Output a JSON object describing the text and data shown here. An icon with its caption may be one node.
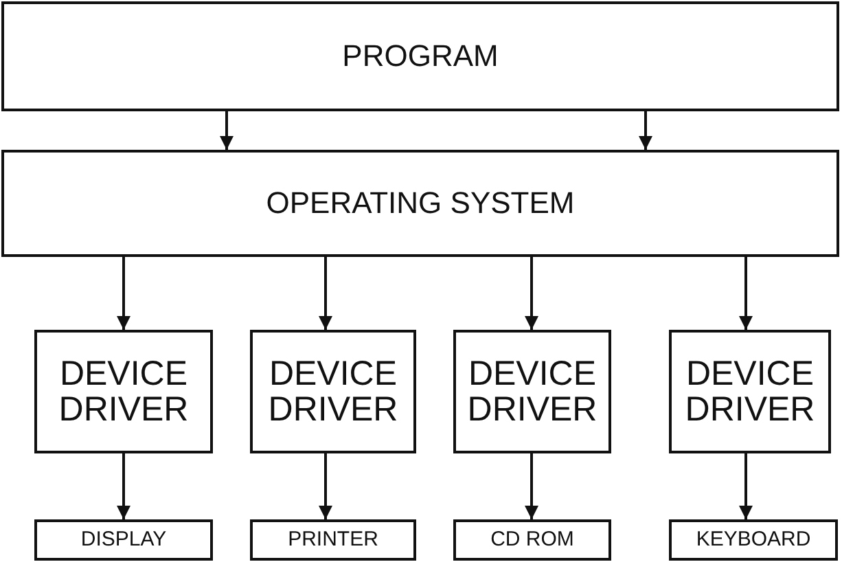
{
  "diagram": {
    "nodes": [
      {
        "text": [
          "PROGRAM"
        ]
      },
      {
        "text": [
          "OPERATING SYSTEM"
        ]
      },
      {
        "text": [
          "DEVICE DRIVER"
        ]
      },
      {
        "text": [
          "DEVICE DRIVER"
        ]
      },
      {
        "text": [
          "DEVICE DRIVER"
        ]
      },
      {
        "text": [
          "DEVICE DRIVER"
        ]
      },
      {
        "text": [
          "DISPLAY"
        ]
      },
      {
        "text": [
          "PRINTER"
        ]
      },
      {
        "text": [
          "CD ROM"
        ]
      },
      {
        "text": [
          "KEYBOARD"
        ]
      }
    ],
    "edges": [
      {
        "from": 0,
        "to": 1,
        "arrow": "to"
      },
      {
        "from": 0,
        "to": 1,
        "arrow": "to"
      },
      {
        "from": 1,
        "to": 2,
        "arrow": "to"
      },
      {
        "from": 1,
        "to": 3,
        "arrow": "to"
      },
      {
        "from": 1,
        "to": 4,
        "arrow": "to"
      },
      {
        "from": 1,
        "to": 5,
        "arrow": "to"
      },
      {
        "from": 2,
        "to": 6,
        "arrow": "to"
      },
      {
        "from": 3,
        "to": 7,
        "arrow": "to"
      },
      {
        "from": 4,
        "to": 8,
        "arrow": "to"
      },
      {
        "from": 5,
        "to": 9,
        "arrow": "to"
      }
    ]
  }
}
